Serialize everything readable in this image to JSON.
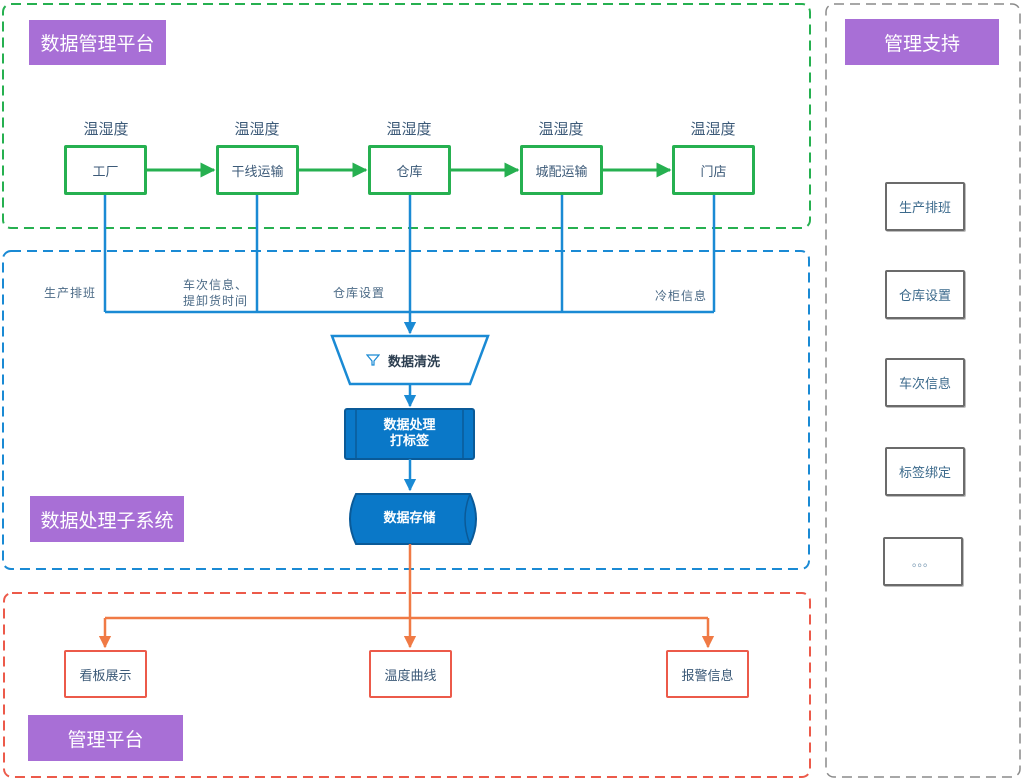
{
  "sections": {
    "data_management_platform": {
      "title": "数据管理平台",
      "color": "#26b050"
    },
    "data_processing_subsystem": {
      "title": "数据处理子系统",
      "color": "#1a8ad4"
    },
    "management_platform": {
      "title": "管理平台",
      "color": "#ec5a4a"
    },
    "management_support": {
      "title": "管理支持",
      "color": "#8a8a8a"
    }
  },
  "title_tag_color": "#a86fd6",
  "supply_chain": {
    "sensor_label": "温湿度",
    "nodes": [
      {
        "id": "factory",
        "label": "工厂",
        "sensor": "温湿度"
      },
      {
        "id": "trunk-transport",
        "label": "干线运输",
        "sensor": "温湿度"
      },
      {
        "id": "warehouse",
        "label": "仓库",
        "sensor": "温湿度"
      },
      {
        "id": "city-delivery",
        "label": "城配运输",
        "sensor": "温湿度"
      },
      {
        "id": "store",
        "label": "门店",
        "sensor": "温湿度"
      }
    ]
  },
  "link_labels": {
    "production_schedule": "生产排班",
    "vehicle_info_line1": "车次信息、",
    "vehicle_info_line2": "提卸货时间",
    "warehouse_settings": "仓库设置",
    "cold_cabinet_info": "冷柜信息"
  },
  "processing": {
    "cleaning": {
      "label": "数据清洗",
      "icon": "funnel-icon"
    },
    "labeling": {
      "line1": "数据处理",
      "line2": "打标签"
    },
    "storage": {
      "label": "数据存储"
    }
  },
  "outputs": [
    {
      "id": "dashboard",
      "label": "看板展示"
    },
    {
      "id": "temperature-curve",
      "label": "温度曲线"
    },
    {
      "id": "alarm-info",
      "label": "报警信息"
    }
  ],
  "support_items": [
    {
      "id": "production-schedule",
      "label": "生产排班"
    },
    {
      "id": "warehouse-settings",
      "label": "仓库设置"
    },
    {
      "id": "vehicle-info",
      "label": "车次信息"
    },
    {
      "id": "tag-binding",
      "label": "标签绑定"
    },
    {
      "id": "more",
      "label": "。。。"
    }
  ],
  "colors": {
    "green": "#26b050",
    "blue": "#1a8ad4",
    "dark_blue": "#0a78c8",
    "orange": "#f07a45",
    "red": "#ec5a4a",
    "gray": "#8a8a8a"
  }
}
